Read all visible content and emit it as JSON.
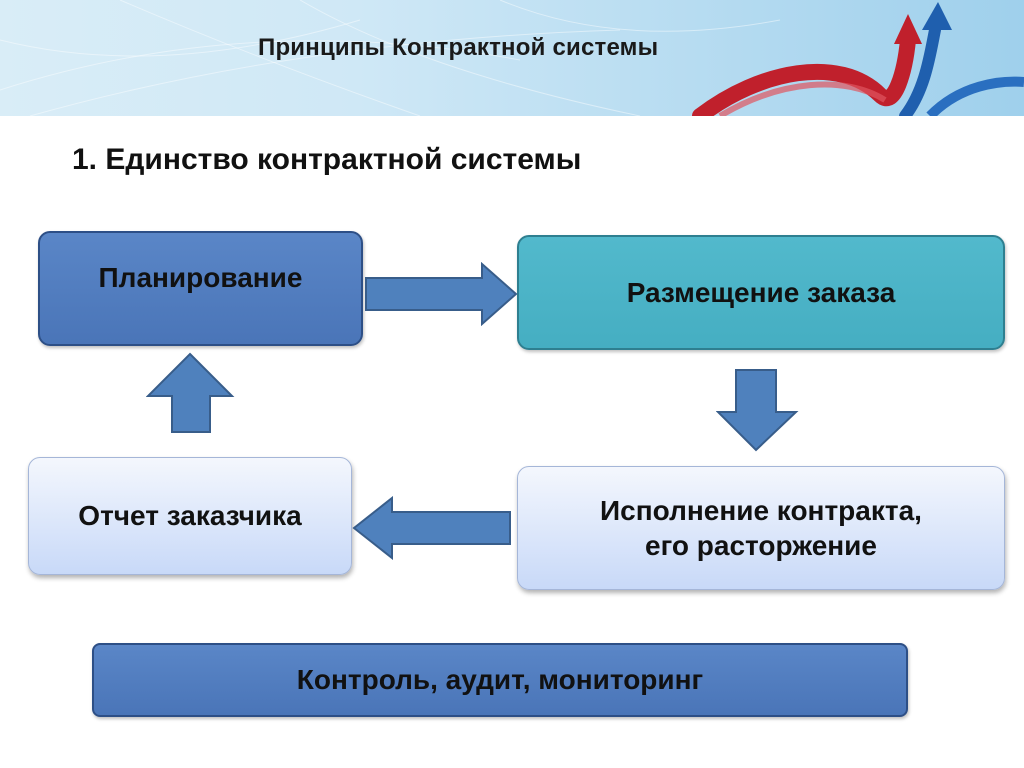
{
  "header": {
    "title": "Принципы Контрактной системы"
  },
  "subtitle": "1. Единство контрактной системы",
  "diagram": {
    "planning": "Планирование",
    "placement": "Размещение заказа",
    "execution_line1": "Исполнение контракта,",
    "execution_line2": "его расторжение",
    "report": "Отчет заказчика",
    "control": "Контроль, аудит, мониторинг"
  },
  "colors": {
    "dark_box": "#4a75b8",
    "teal_box": "#45aec2",
    "light_box": "#c8d9f8",
    "arrow": "#4f81bd"
  }
}
